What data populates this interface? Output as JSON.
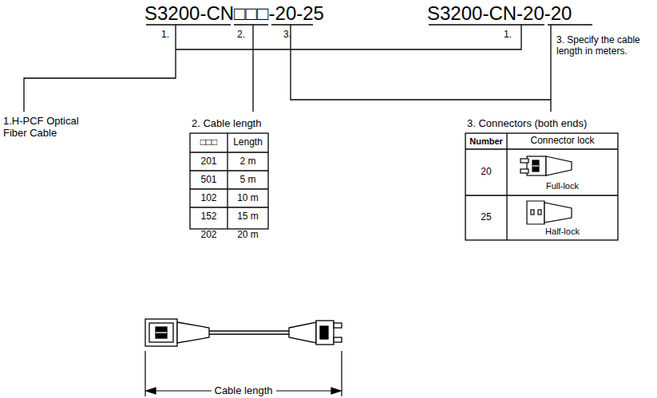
{
  "diagram": {
    "labels": [
      "S3200-CN□□□-20-25",
      "S3200-CN-20-20",
      "1.",
      "2.",
      "3.",
      "1.",
      "3. Specify the cable length in meters.",
      "1.H-PCF Optical Fiber Cable",
      "2. Cable length",
      "□□□",
      "Length",
      "201",
      "2 m",
      "501",
      "5 m",
      "102",
      "10 m",
      "152",
      "15 m",
      "202",
      "20 m",
      "3. Connectors (both ends)",
      "Number",
      "Connector lock",
      "20",
      "Full-lock",
      "25",
      "Half-lock",
      "Cable length"
    ]
  }
}
